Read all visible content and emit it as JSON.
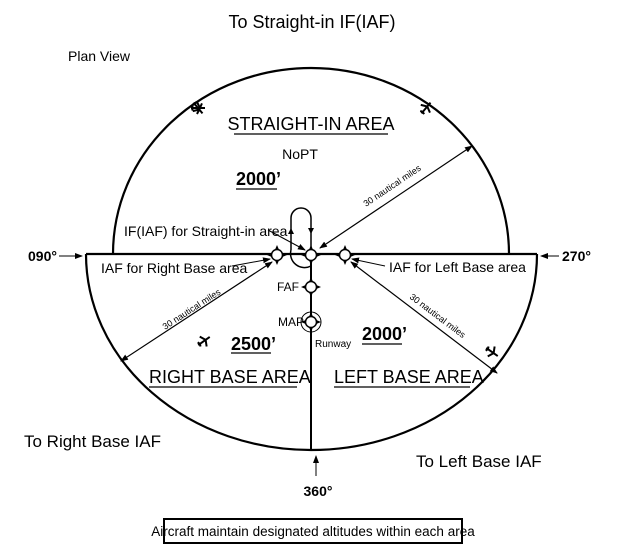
{
  "title": "To Straight-in IF(IAF)",
  "plan_view_label": "Plan View",
  "areas": {
    "straight_in": {
      "name": "STRAIGHT-IN AREA",
      "note": "NoPT",
      "altitude": "2000’"
    },
    "right_base": {
      "name": "RIGHT BASE AREA",
      "altitude": "2500’"
    },
    "left_base": {
      "name": "LEFT BASE AREA",
      "altitude": "2000’"
    }
  },
  "bearings": {
    "west": "090°",
    "east": "270°",
    "south": "360°"
  },
  "fixes": {
    "if_iaf_straight_in": "IF(IAF) for Straight-in area",
    "iaf_right_base": "IAF for Right Base area",
    "iaf_left_base": "IAF for Left Base area",
    "faf": "FAF",
    "map": "MAP",
    "runway": "Runway"
  },
  "distances": {
    "straight_in": "30 nautical miles",
    "right_base": "30 nautical miles",
    "left_base": "30 nautical miles"
  },
  "directions": {
    "to_right_base": "To Right Base IAF",
    "to_left_base": "To Left Base IAF"
  },
  "note": "Aircraft maintain designated altitudes within each area",
  "colors": {
    "line": "#000000",
    "background": "#ffffff"
  }
}
